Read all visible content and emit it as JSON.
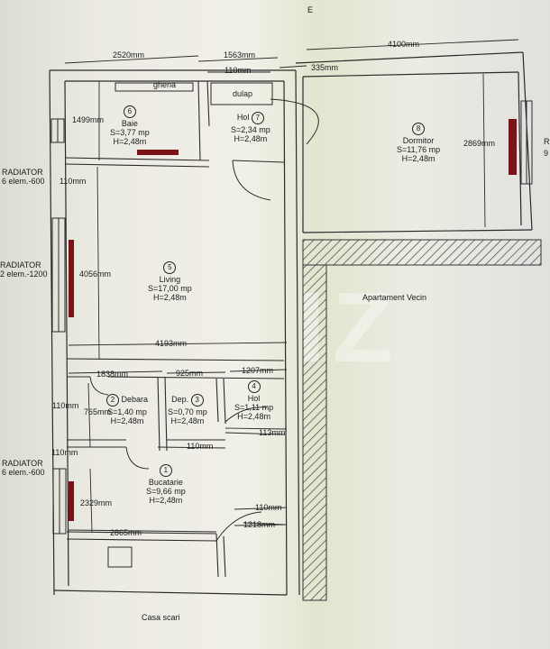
{
  "compass": "E",
  "dimensions": {
    "d2520": "2520mm",
    "d1563": "1563mm",
    "d4100": "4100mm",
    "d110_top": "110mm",
    "d335": "335mm",
    "d1499": "1499mm",
    "d2869": "2869mm",
    "d110_left": "110mm",
    "d4056": "4056mm",
    "d4193": "4193mm",
    "d1838": "1838mm",
    "d925": "925mm",
    "d1207": "1207mm",
    "d110_mid": "110mm",
    "d765": "765mm",
    "d113": "113mm",
    "d110_lower": "110mm",
    "d110_dep": "110mm",
    "d2329": "2329mm",
    "d110_bottom": "110mm",
    "d1218": "1218mm",
    "d2865": "2865mm"
  },
  "fixtures": {
    "ghena": "ghena",
    "dulap": "dulap"
  },
  "rooms": [
    {
      "num": "6",
      "name": "Baie",
      "area": "S=3,77 mp",
      "height": "H=2,48m"
    },
    {
      "num": "7",
      "name": "Hol",
      "area": "S=2,34 mp",
      "height": "H=2,48m"
    },
    {
      "num": "8",
      "name": "Dormitor",
      "area": "S=11,76 mp",
      "height": "H=2,48m"
    },
    {
      "num": "5",
      "name": "Living",
      "area": "S=17,00 mp",
      "height": "H=2,48m"
    },
    {
      "num": "2",
      "name": "Debara",
      "area": "S=1,40 mp",
      "height": "H=2,48m"
    },
    {
      "num": "3",
      "name": "Dep.",
      "area": "S=0,70 mp",
      "height": "H=2,48m"
    },
    {
      "num": "4",
      "name": "Hol",
      "area": "S=1,11 mp",
      "height": "H=2,48m"
    },
    {
      "num": "1",
      "name": "Bucatarie",
      "area": "S=9,66 mp",
      "height": "H=2,48m"
    }
  ],
  "radiators": [
    {
      "title": "RADIATOR",
      "spec": "6 elem.-600"
    },
    {
      "title": "RADIATOR",
      "spec": "2 elem.-1200"
    },
    {
      "title": "RADIATOR",
      "spec": "6 elem.-600"
    }
  ],
  "labels": {
    "neighbor": "Apartament Vecin",
    "stairwell": "Casa scari",
    "edge_right": "R",
    "edge_right2": "9"
  },
  "colors": {
    "wall": "#2a2a2a",
    "radiator": "#7a1418",
    "hatch": "#555555"
  }
}
